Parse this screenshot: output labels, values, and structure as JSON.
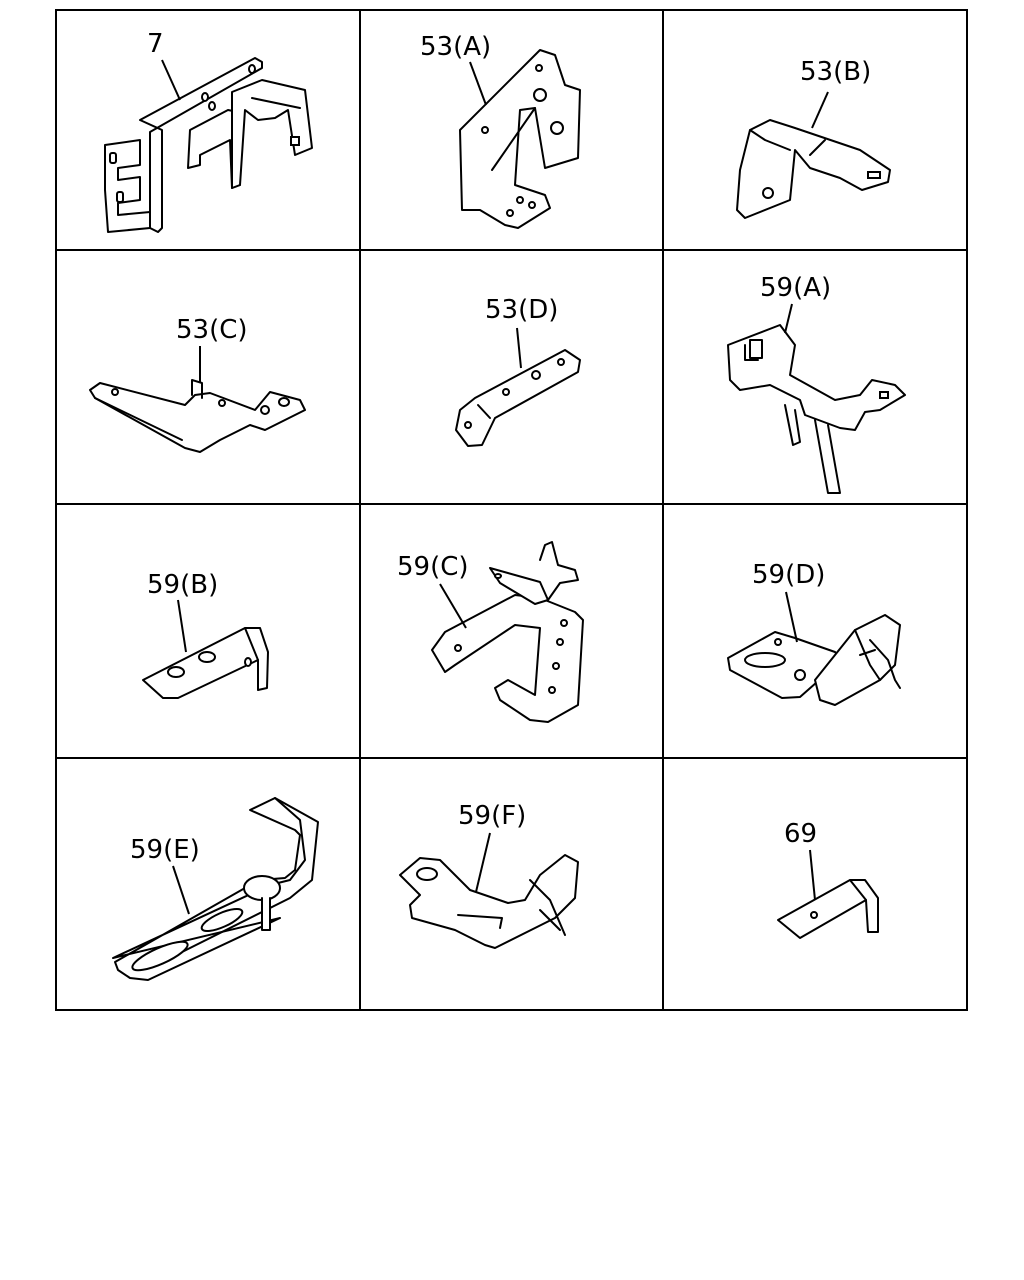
{
  "parts": [
    {
      "id": "p7",
      "label": "7"
    },
    {
      "id": "p53a",
      "label": "53(A)"
    },
    {
      "id": "p53b",
      "label": "53(B)"
    },
    {
      "id": "p53c",
      "label": "53(C)"
    },
    {
      "id": "p53d",
      "label": "53(D)"
    },
    {
      "id": "p59a",
      "label": "59(A)"
    },
    {
      "id": "p59b",
      "label": "59(B)"
    },
    {
      "id": "p59c",
      "label": "59(C)"
    },
    {
      "id": "p59d",
      "label": "59(D)"
    },
    {
      "id": "p59e",
      "label": "59(E)"
    },
    {
      "id": "p59f",
      "label": "59(F)"
    },
    {
      "id": "p69",
      "label": "69"
    }
  ]
}
